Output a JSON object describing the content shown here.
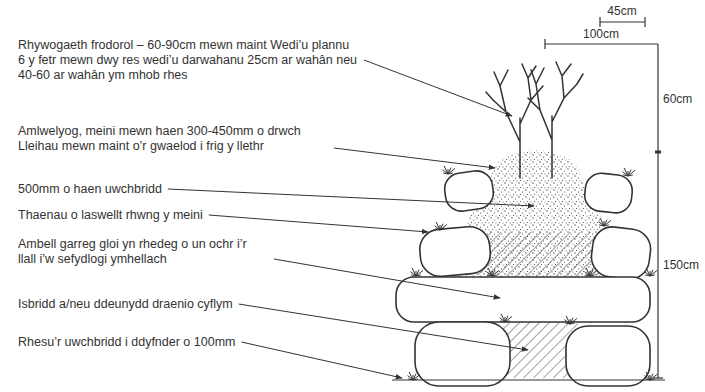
{
  "diagram": {
    "labels": [
      "Rhywogaeth frodorol – 60-90cm mewn maint Wedi’u plannu 6 y fetr mewn dwy res wedi’u darwahanu 25cm ar wahân neu 40-60 ar wahân ym mhob rhes",
      "Amlwelyog, meini mewn haen 300-450mm o drwch Lleihau mewn maint o’r gwaelod i frig y llethr",
      "500mm o haen uwchbridd",
      "Thaenau o laswellt rhwng y meini",
      "Ambell garreg gloi yn rhedeg o un ochr i’r llall i’w sefydlogi ymhellach",
      "Isbridd a/neu ddeunydd draenio cyflym",
      "Rhesu’r uwchbridd i ddyfnder o 100mm",
      "45cm",
      "100cm",
      "60cm",
      "150cm"
    ]
  }
}
